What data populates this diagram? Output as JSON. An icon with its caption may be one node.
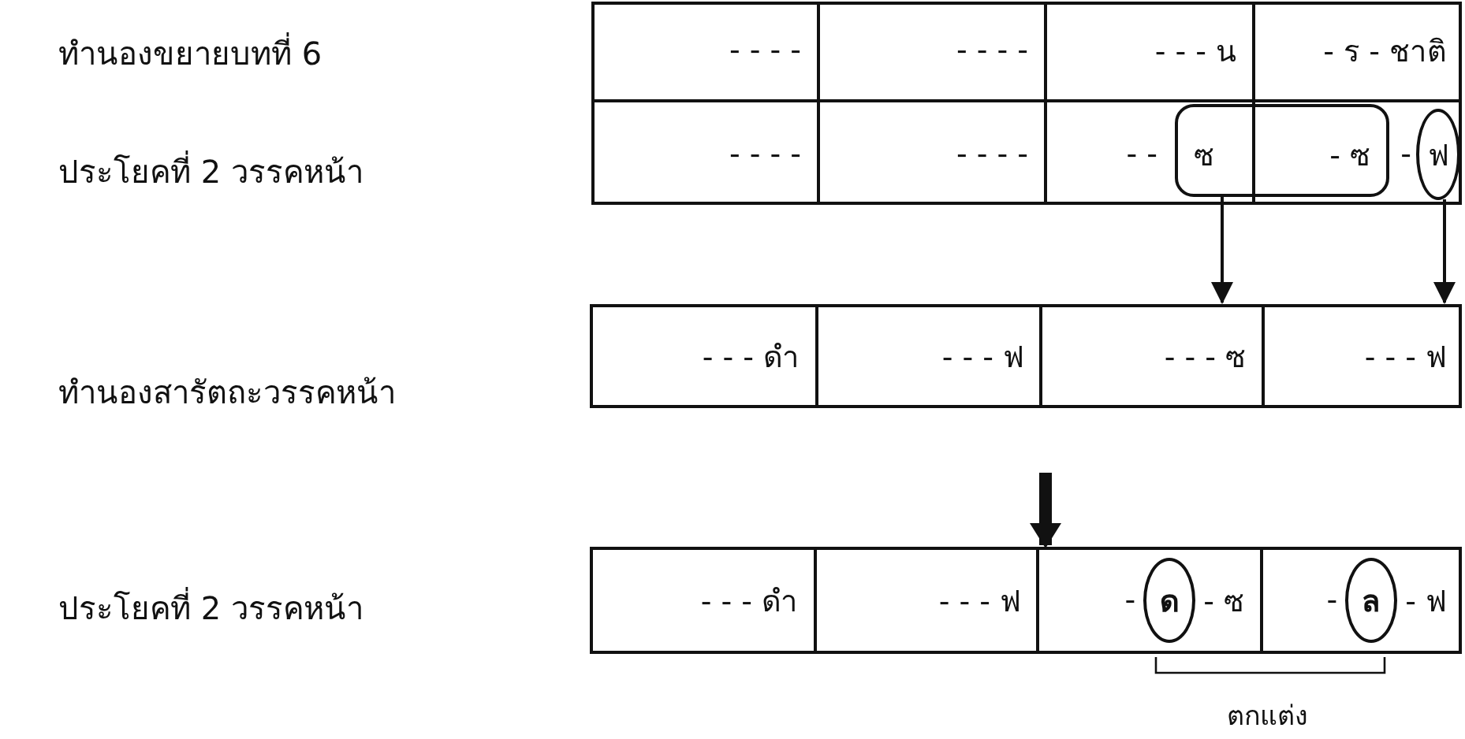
{
  "diagram": {
    "nodes": [
      {
        "text": [],
        "shape": "box"
      },
      {
        "text": [
          "- - - -"
        ],
        "in": 0
      },
      {
        "text": [
          "- - - -"
        ],
        "in": 0
      },
      {
        "text": [
          "- - - น"
        ],
        "in": 0
      },
      {
        "text": [
          "- ร - ชาติ"
        ],
        "in": 0
      },
      {
        "text": [
          "- - - -"
        ],
        "in": 0
      },
      {
        "text": [
          "- - - -"
        ],
        "in": 0
      },
      {
        "text": [
          "- -"
        ],
        "in": 0
      },
      {
        "text": [
          "-"
        ],
        "in": 0
      },
      {
        "text": [
          "ซ",
          "- ซ"
        ],
        "in": 0
      },
      {
        "text": [
          "ฟ"
        ],
        "in": 8
      },
      {
        "text": [],
        "shape": "box"
      },
      {
        "text": [
          "- - - ดำ"
        ],
        "in": 11
      },
      {
        "text": [
          "- - - ฟ"
        ],
        "in": 11
      },
      {
        "text": [
          "- - - ซ"
        ],
        "in": 11
      },
      {
        "text": [
          "- - - ฟ"
        ],
        "in": 11
      },
      {
        "text": [],
        "shape": "box"
      },
      {
        "text": [
          "- - - ดำ"
        ],
        "in": 16
      },
      {
        "text": [
          "- - - ฟ"
        ],
        "in": 16
      },
      {
        "text": [
          "-",
          "- ซ"
        ],
        "in": 16
      },
      {
        "text": [
          "-",
          "- ฟ"
        ],
        "in": 16
      },
      {
        "text": [
          "ด"
        ],
        "in": 19
      },
      {
        "text": [
          "ล"
        ],
        "in": 20
      }
    ],
    "edges": [
      {
        "from": 9,
        "to": 14,
        "arrow": "to"
      },
      {
        "from": 10,
        "to": 15,
        "arrow": "to"
      },
      {
        "from": null,
        "to": 16,
        "arrow": "to",
        "style": "thick"
      }
    ],
    "labels": [
      "ทำนองขยายบทที่ 6",
      "ประโยคที่ 2 วรรคหน้า",
      "ทำนองสารัตถะวรรคหน้า",
      "ประโยคที่ 2 วรรคหน้า",
      "ตกแต่ง"
    ]
  }
}
